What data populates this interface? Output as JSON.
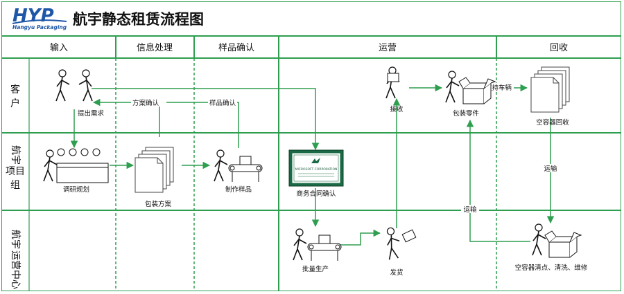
{
  "logo": {
    "brand": "HYP",
    "tagline": "Hangyu Packaging"
  },
  "title": "航宇静态租赁流程图",
  "columns": [
    "输入",
    "信息处理",
    "样品确认",
    "运营",
    "回收"
  ],
  "rows": [
    {
      "name": "客户",
      "glyphs": [
        "客",
        "户"
      ]
    },
    {
      "name": "航宇项目组",
      "glyphs": [
        "航宇",
        "项目",
        "组"
      ]
    },
    {
      "name": "航宇运营中心",
      "glyphs": [
        "航宇",
        "运营",
        "中心"
      ]
    }
  ],
  "nodes": {
    "demand": "提出需求",
    "research": "调研规划",
    "package_plan": "包装方案",
    "make_sample": "制作样品",
    "contract": "商务合同确认",
    "contract_cert": "MICROSOFT CORPORATION",
    "mass_production": "批量生产",
    "ship": "发货",
    "receive": "接收",
    "pack_parts": "包装零件",
    "container_return": "空容器回收",
    "container_clean": "空容器清点、清洗、维修"
  },
  "edges": {
    "plan_confirm": "方案确认",
    "sample_confirm": "样品确认",
    "transfer": "支持车辆",
    "transport_down": "运输",
    "transport_up": "运输"
  },
  "colors": {
    "grid": "#2e9e4f",
    "arrow": "#2e9e4f",
    "logo": "#1f57a8",
    "cert": "#1a6b45"
  }
}
